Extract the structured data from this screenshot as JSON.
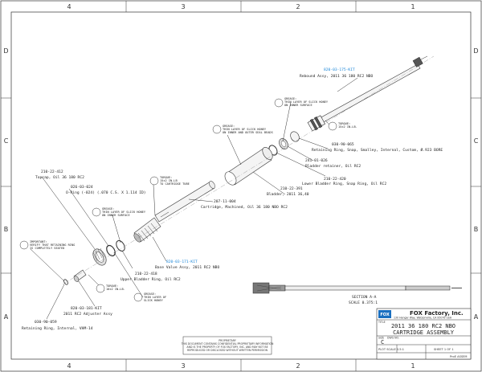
{
  "zones": {
    "cols": [
      "4",
      "3",
      "2",
      "1"
    ],
    "rows": [
      "D",
      "C",
      "B",
      "A"
    ]
  },
  "parts": {
    "rebound": {
      "num": "820-03-175-KIT",
      "name": "Rebound Assy, 2011 36 180 RC2 NBO"
    },
    "ret_smalley": {
      "num": "030-90-065",
      "name": "Retaining Ring, Snap, Smalley, Internal, Custom, Ø.923 BORE"
    },
    "bladder_retainer": {
      "num": "241-01-026",
      "name": "Bladder retainer, Oil RC2"
    },
    "lower_bladder_ring": {
      "num": "210-22-420",
      "name": "Lower Bladder Ring, Snap Ring, Oil RC2"
    },
    "bladder": {
      "num": "210-22-391",
      "name": "Bladder, 2011 36,40"
    },
    "cartridge": {
      "num": "207-11-004",
      "name": "Cartridge, Machined, Oil 36 180 NBO RC2"
    },
    "base_valve": {
      "num": "820-03-171-KIT",
      "name": "Base Valve Assy, 2011 RC2 NBO"
    },
    "upper_bladder_ring": {
      "num": "210-22-418",
      "name": "Upper Bladder Ring, Oil RC2"
    },
    "topcap": {
      "num": "210-22-412",
      "name": "Topcap, Oil 36 180 RC2"
    },
    "oring": {
      "num": "026-03-024",
      "name": "O-Ring (-024) (.070 C.S. X 1.114 ID)"
    },
    "adjuster": {
      "num": "820-03-181-KIT",
      "name": "2011 RC2 Adjuster Assy"
    },
    "ret_internal": {
      "num": "030-90-059",
      "name": "Retaining Ring, Internal, VHM-14"
    }
  },
  "notes": {
    "grease_inner": [
      "GREASE:",
      "THIN LAYER OF SLICK HONEY",
      "ON INNER SURFACE"
    ],
    "grease_beads": [
      "GREASE:",
      "THIN LAYER OF SLICK HONEY",
      "ON INNER AND OUTER SEAL BEADS"
    ],
    "grease_oring": [
      "GREASE:",
      "THIN LAYER OF",
      "SLICK HONEY"
    ],
    "grease_inner2": [
      "GREASE:",
      "THIN LAYER OF SLICK HONEY",
      "ON INNER SURFACE"
    ],
    "grease_adj": [
      "GREASE:",
      "THIN LAYER OF",
      "SLICK HONEY"
    ],
    "torque_reb": [
      "TORQUE:",
      "15±2 IN-LB."
    ],
    "torque_cart": [
      "TORQUE:",
      "15±2 IN-LB",
      "TO CARTRIDGE TUBE"
    ],
    "torque_adj": [
      "TORQUE:",
      "10±2 IN-LB."
    ],
    "important": [
      "IMPORTANT:",
      "VERIFY THAT RETAINING RING",
      "IS COMPLETELY SEATED"
    ]
  },
  "section": {
    "title": "SECTION  A-A",
    "scale": "SCALE  0.375:1"
  },
  "title_block": {
    "company": "FOX Factory, Inc.",
    "address": "130 Hangar Way, Watsonville, CA 95076 USA",
    "logo": "FOX",
    "title_label": "TITLE",
    "title1": "2011 36 180 RC2 NBO",
    "title2": "CARTRIDGE ASSEMBLY",
    "size_label": "SIZE",
    "size": "C",
    "dwg_label": "DWG NO.",
    "scale": "PLOT SCALE  0.5:1",
    "sheet": "SHEET 1 OF 1",
    "file": "ProE ASSEM"
  },
  "proprietary": [
    "PROPRIETARY",
    "THIS DOCUMENT CONTAINS CONFIDENTIAL PROPRIETARY INFORMATION",
    "AND IS THE PROPERTY OF FOX FACTORY, INC. AND MAY NOT BE",
    "REPRODUCED OR DISCLOSED WITHOUT WRITTEN PERMISSION"
  ]
}
